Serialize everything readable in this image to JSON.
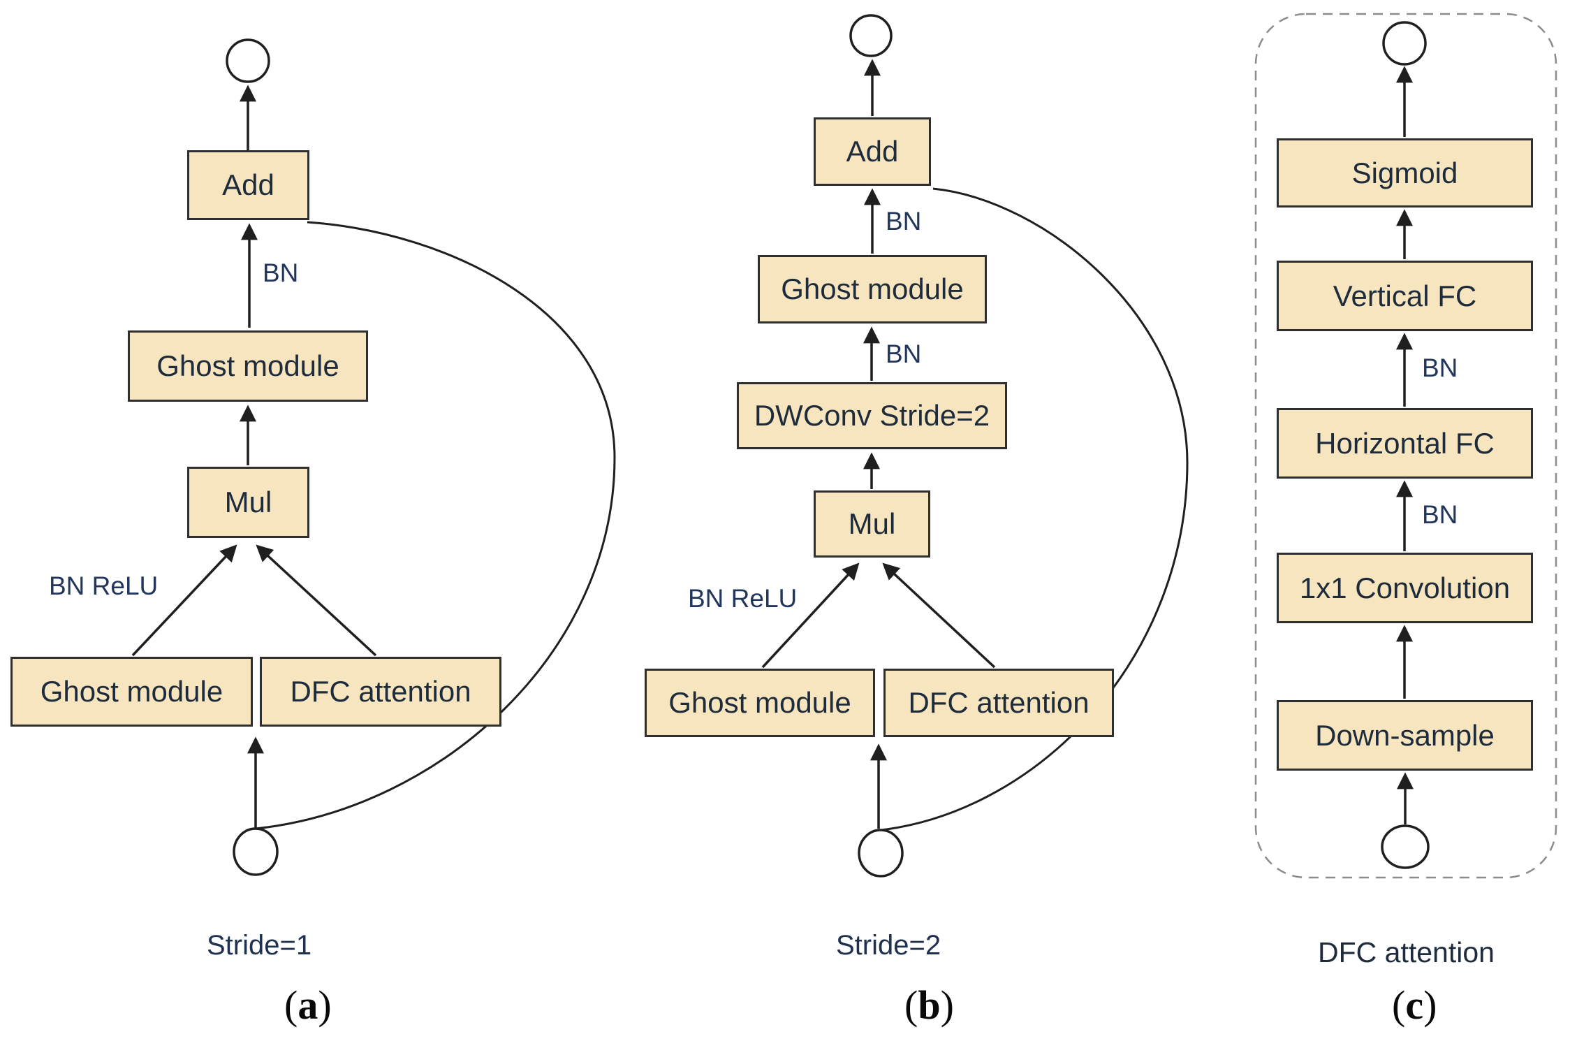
{
  "figure": {
    "type": "neural-network-block-diagram",
    "panels_count": 3
  },
  "misc": {
    "paren_open": "(",
    "paren_close": ")"
  },
  "panel_a": {
    "caption_letter": "a",
    "stride_label": "Stride=1",
    "labels": {
      "bn": "BN",
      "bn_relu": "BN ReLU"
    },
    "nodes": {
      "add": "Add",
      "ghost_top": "Ghost module",
      "mul": "Mul",
      "ghost_bottom": "Ghost module",
      "dfc": "DFC attention"
    }
  },
  "panel_b": {
    "caption_letter": "b",
    "stride_label": "Stride=2",
    "labels": {
      "bn_top": "BN",
      "bn_mid": "BN",
      "bn_relu": "BN ReLU"
    },
    "nodes": {
      "add": "Add",
      "ghost_top": "Ghost module",
      "dwconv": "DWConv Stride=2",
      "mul": "Mul",
      "ghost_bottom": "Ghost module",
      "dfc": "DFC attention"
    }
  },
  "panel_c": {
    "caption_letter": "c",
    "title": "DFC attention",
    "labels": {
      "bn_top": "BN",
      "bn_bottom": "BN"
    },
    "nodes": {
      "sigmoid": "Sigmoid",
      "vertical_fc": "Vertical FC",
      "horizontal_fc": "Horizontal FC",
      "conv1x1": "1x1 Convolution",
      "down_sample": "Down-sample"
    }
  },
  "colors": {
    "box_fill": "#f7e5bf",
    "box_border": "#2f2f2f",
    "box_text": "#1e2b3a",
    "edge_label_text": "#22365c",
    "line": "#1f1f1f",
    "dashed_border": "#8c8c8c",
    "background": "#ffffff"
  }
}
